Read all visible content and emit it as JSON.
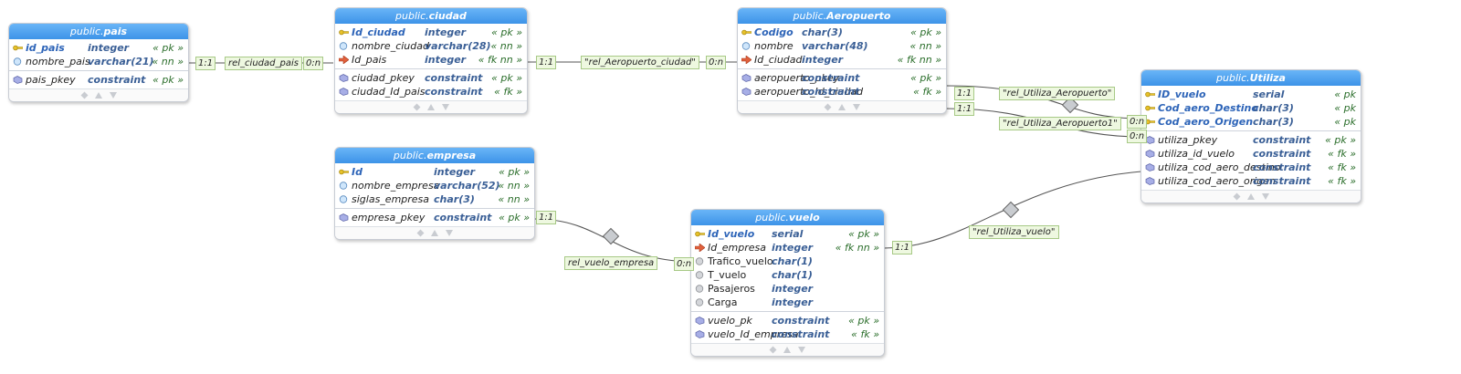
{
  "tables": {
    "pais": {
      "schema": "public.",
      "name": "pais",
      "columns": [
        {
          "name": "id_pais",
          "type": "integer",
          "flag": "« pk »",
          "icon": "key"
        },
        {
          "name": "nombre_pais",
          "type": "varchar(21)",
          "flag": "« nn »",
          "icon": "circle"
        }
      ],
      "constraints": [
        {
          "name": "pais_pkey",
          "type": "constraint",
          "flag": "« pk »"
        }
      ]
    },
    "ciudad": {
      "schema": "public.",
      "name": "ciudad",
      "columns": [
        {
          "name": "Id_ciudad",
          "type": "integer",
          "flag": "« pk »",
          "icon": "key"
        },
        {
          "name": "nombre_ciudad",
          "type": "varchar(28)",
          "flag": "« nn »",
          "icon": "circle"
        },
        {
          "name": "Id_pais",
          "type": "integer",
          "flag": "« fk nn »",
          "icon": "fk"
        }
      ],
      "constraints": [
        {
          "name": "ciudad_pkey",
          "type": "constraint",
          "flag": "« pk »"
        },
        {
          "name": "ciudad_Id_pais",
          "type": "constraint",
          "flag": "« fk »"
        }
      ]
    },
    "aeropuerto": {
      "schema": "public.",
      "name": "Aeropuerto",
      "columns": [
        {
          "name": "Codigo",
          "type": "char(3)",
          "flag": "« pk »",
          "icon": "key"
        },
        {
          "name": "nombre",
          "type": "varchar(48)",
          "flag": "« nn »",
          "icon": "circle"
        },
        {
          "name": "Id_ciudad",
          "type": "integer",
          "flag": "« fk nn »",
          "icon": "fk"
        }
      ],
      "constraints": [
        {
          "name": "aeropuerto_pkey",
          "type": "constraint",
          "flag": "« pk »"
        },
        {
          "name": "aeropuerto_Id_ciudad",
          "type": "constraint",
          "flag": "« fk »"
        }
      ]
    },
    "utiliza": {
      "schema": "public.",
      "name": "Utiliza",
      "columns": [
        {
          "name": "ID_vuelo",
          "type": "serial",
          "flag": "« pk",
          "icon": "key"
        },
        {
          "name": "Cod_aero_Destino",
          "type": "char(3)",
          "flag": "« pk",
          "icon": "key"
        },
        {
          "name": "Cod_aero_Origen",
          "type": "char(3)",
          "flag": "« pk",
          "icon": "key"
        }
      ],
      "constraints": [
        {
          "name": "utiliza_pkey",
          "type": "constraint",
          "flag": "« pk »"
        },
        {
          "name": "utiliza_id_vuelo",
          "type": "constraint",
          "flag": "« fk »"
        },
        {
          "name": "utiliza_cod_aero_destino",
          "type": "constraint",
          "flag": "« fk »"
        },
        {
          "name": "utiliza_cod_aero_origen",
          "type": "constraint",
          "flag": "« fk »"
        }
      ]
    },
    "empresa": {
      "schema": "public.",
      "name": "empresa",
      "columns": [
        {
          "name": "Id",
          "type": "integer",
          "flag": "« pk »",
          "icon": "key"
        },
        {
          "name": "nombre_empresa",
          "type": "varchar(52)",
          "flag": "« nn »",
          "icon": "circle"
        },
        {
          "name": "siglas_empresa",
          "type": "char(3)",
          "flag": "« nn »",
          "icon": "circle"
        }
      ],
      "constraints": [
        {
          "name": "empresa_pkey",
          "type": "constraint",
          "flag": "« pk »"
        }
      ]
    },
    "vuelo": {
      "schema": "public.",
      "name": "vuelo",
      "columns": [
        {
          "name": "Id_vuelo",
          "type": "serial",
          "flag": "« pk »",
          "icon": "key"
        },
        {
          "name": "Id_empresa",
          "type": "integer",
          "flag": "« fk nn »",
          "icon": "fk"
        },
        {
          "name": "Trafico_vuelo",
          "type": "char(1)",
          "flag": "",
          "icon": "gray"
        },
        {
          "name": "T_vuelo",
          "type": "char(1)",
          "flag": "",
          "icon": "gray"
        },
        {
          "name": "Pasajeros",
          "type": "integer",
          "flag": "",
          "icon": "gray"
        },
        {
          "name": "Carga",
          "type": "integer",
          "flag": "",
          "icon": "gray"
        }
      ],
      "constraints": [
        {
          "name": "vuelo_pk",
          "type": "constraint",
          "flag": "« pk »"
        },
        {
          "name": "vuelo_Id_empresa",
          "type": "constraint",
          "flag": "« fk »"
        }
      ]
    }
  },
  "relations": {
    "ciudad_pais": {
      "label": "rel_ciudad_pais",
      "card_a": "1:1",
      "card_b": "0:n"
    },
    "aeropuerto_ciudad": {
      "label": "\"rel_Aeropuerto_ciudad\"",
      "card_a": "1:1",
      "card_b": "0:n"
    },
    "utiliza_aeropuerto": {
      "label": "\"rel_Utiliza_Aeropuerto\"",
      "card_a": "1:1",
      "card_b": "0:n"
    },
    "utiliza_aeropuerto1": {
      "label": "\"rel_Utiliza_Aeropuerto1\"",
      "card_a": "1:1",
      "card_b": "0:n"
    },
    "vuelo_empresa": {
      "label": "rel_vuelo_empresa",
      "card_a": "1:1",
      "card_b": "0:n"
    },
    "utiliza_vuelo": {
      "label": "\"rel_Utiliza_vuelo\"",
      "card_a": "1:1"
    }
  },
  "colors": {
    "header": "#3d93e8",
    "label_bg": "#eef8e0",
    "type_text": "#3a5f96",
    "flag_text": "#2b6e2b"
  }
}
